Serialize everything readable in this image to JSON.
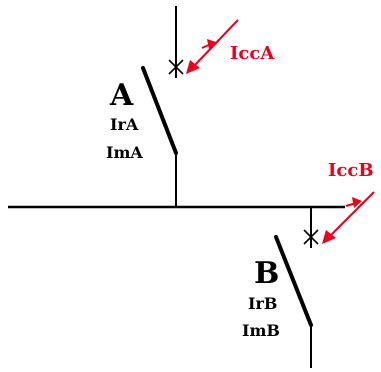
{
  "colors": {
    "line": "#000000",
    "fault": "#e8001c"
  },
  "breaker_a": {
    "name": "A",
    "ir_label": "IrA",
    "im_label": "ImA",
    "fault_label": "IccA"
  },
  "breaker_b": {
    "name": "B",
    "ir_label": "IrB",
    "im_label": "ImB",
    "fault_label": "IccB"
  }
}
